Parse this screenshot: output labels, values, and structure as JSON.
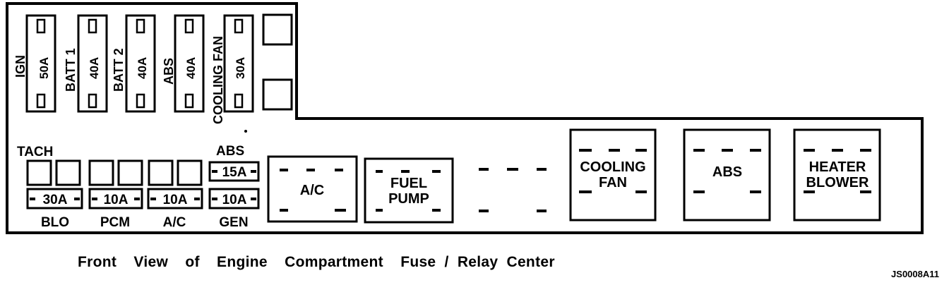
{
  "maxi_fuses": [
    {
      "name": "IGN",
      "rating": "50A"
    },
    {
      "name": "BATT 1",
      "rating": "40A"
    },
    {
      "name": "BATT 2",
      "rating": "40A"
    },
    {
      "name": "ABS",
      "rating": "40A"
    },
    {
      "name": "COOLING FAN",
      "rating": "30A"
    }
  ],
  "mini_fuses": {
    "upper_labels": {
      "left": "TACH",
      "right": "ABS"
    },
    "abs_rating": "15A",
    "bottom": [
      {
        "rating": "30A",
        "name": "BLO"
      },
      {
        "rating": "10A",
        "name": "PCM"
      },
      {
        "rating": "10A",
        "name": "A/C"
      },
      {
        "rating": "10A",
        "name": "GEN"
      }
    ]
  },
  "relays": {
    "ac": "A/C",
    "fuel_pump": [
      "FUEL",
      "PUMP"
    ],
    "cooling_fan": [
      "COOLING",
      "FAN"
    ],
    "abs": "ABS",
    "heater_blower": [
      "HEATER",
      "BLOWER"
    ]
  },
  "caption": "Front  View  of  Engine  Compartment  Fuse / Relay Center",
  "figure_code": "JS0008A11"
}
